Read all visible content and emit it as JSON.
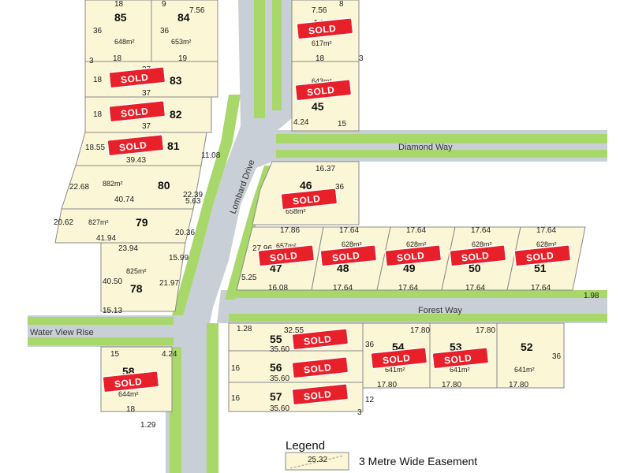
{
  "legend": {
    "title": "Legend",
    "swatch_text": "25.32",
    "item_label": "3 Metre Wide Easement"
  },
  "streets": {
    "diamond_way": "Diamond Way",
    "forest_way": "Forest Way",
    "water_view_rise": "Water View Rise",
    "lombard_drive": "Lombard Drive"
  },
  "sold_label": "SOLD",
  "lots": {
    "85": {
      "num": "85",
      "area": "648m²"
    },
    "84": {
      "num": "84",
      "area": "653m²"
    },
    "44": {
      "num": "44",
      "area": "617m²"
    },
    "83": {
      "num": "83"
    },
    "82": {
      "num": "82"
    },
    "45": {
      "num": "45",
      "area": "643m²"
    },
    "81": {
      "num": "81"
    },
    "80": {
      "num": "80",
      "area": "882m²"
    },
    "46": {
      "num": "46",
      "area": "658m²"
    },
    "79": {
      "num": "79",
      "area": "827m²"
    },
    "47": {
      "num": "47",
      "area": "657m²"
    },
    "48": {
      "num": "48",
      "area": "628m²"
    },
    "49": {
      "num": "49",
      "area": "628m²"
    },
    "50": {
      "num": "50",
      "area": "628m²"
    },
    "51": {
      "num": "51",
      "area": "628m²"
    },
    "78": {
      "num": "78",
      "area": "825m²"
    },
    "55": {
      "num": "55"
    },
    "54": {
      "num": "54",
      "area": "641m²"
    },
    "53": {
      "num": "53",
      "area": "641m²"
    },
    "52": {
      "num": "52",
      "area": "641m²"
    },
    "56": {
      "num": "56"
    },
    "58": {
      "num": "58",
      "area": "644m²"
    },
    "57": {
      "num": "57"
    }
  },
  "dims": {
    "d18a": "18",
    "d9": "9",
    "d756a": "7.56",
    "d36a": "36",
    "d36b": "36",
    "d18b": "18",
    "d19": "19",
    "d3a": "3",
    "d37a": "37",
    "d18c": "18",
    "d37b": "37",
    "d18d": "18",
    "d37c": "37",
    "d1855": "18.55",
    "d3943": "39.43",
    "d1108": "11.08",
    "d2268": "22.68",
    "d4074": "40.74",
    "d2239": "22.39",
    "d2062": "20.62",
    "d4194": "41.94",
    "d2036": "20.36",
    "d2394": "23.94",
    "d4050": "40.50",
    "d2197": "21.97",
    "d1513": "15.13",
    "d1599": "15.99",
    "d756b": "7.56",
    "d8": "8",
    "d18e": "18",
    "d3b": "3",
    "d424": "4.24",
    "d15": "15",
    "d1637": "16.37",
    "d36c": "36",
    "d1786": "17.86",
    "d1764a": "17.64",
    "d1764b": "17.64",
    "d1764c": "17.64",
    "d1764d": "17.64",
    "d2796": "27.96",
    "d525": "5.25",
    "d1608": "16.08",
    "d1764e": "17.64",
    "d1764f": "17.64",
    "d1764g": "17.64",
    "d1764h": "17.64",
    "d128": "1.28",
    "d3255": "32.55",
    "d1780a": "17.80",
    "d1780b": "17.80",
    "d3560a": "35.60",
    "d3560b": "35.60",
    "d3560c": "35.60",
    "d16a": "16",
    "d16b": "16",
    "d36d": "36",
    "d36e": "36",
    "d1780c": "17.80",
    "d1780d": "17.80",
    "d1780e": "17.80",
    "d15b": "15",
    "d18f": "18",
    "d129": "1.29",
    "d3c": "3",
    "d12": "12",
    "d198": "1.98",
    "d563": "5.63",
    "d424b": "4.24"
  },
  "colors": {
    "lot_fill": "#fbf6d5",
    "road": "#c9cfd6",
    "verge": "#a8d86a",
    "tree": "#2d8a1f",
    "sold": "#e8202a"
  }
}
